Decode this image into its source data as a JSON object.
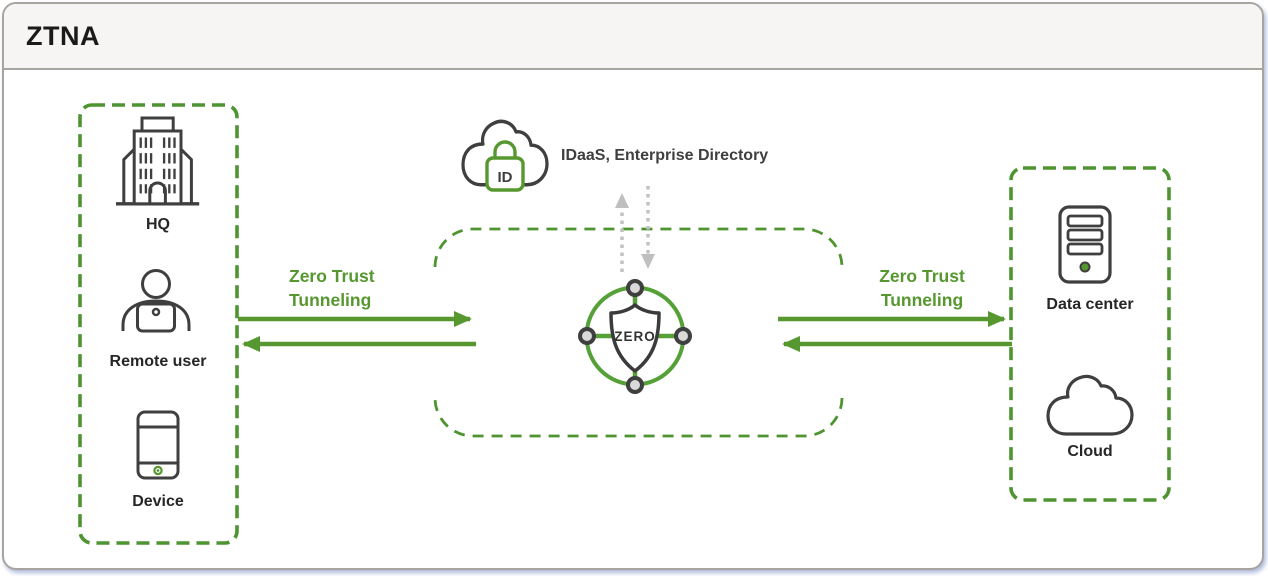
{
  "title": "ZTNA",
  "colors": {
    "green": "#56982F",
    "green_dash_border": "#4E9430",
    "icon_dark": "#3F3F3F",
    "gray_arrow": "#C2C2C2",
    "node_fill": "#D9D9D9",
    "header_bg": "#F6F5F3",
    "frame_border": "#A8A4A0"
  },
  "idaas": {
    "label": "IDaaS, Enterprise Directory",
    "lock_text": "ID",
    "icon": "cloud-identity-lock-icon"
  },
  "hub": {
    "shield_text": "ZERO",
    "icon": "zero-trust-hub-icon"
  },
  "left_panel": {
    "items": [
      {
        "label": "HQ",
        "icon": "building-icon"
      },
      {
        "label": "Remote user",
        "icon": "person-laptop-icon"
      },
      {
        "label": "Device",
        "icon": "smartphone-icon"
      }
    ]
  },
  "right_panel": {
    "items": [
      {
        "label": "Data center",
        "icon": "server-icon"
      },
      {
        "label": "Cloud",
        "icon": "cloud-icon"
      }
    ]
  },
  "tunnels": {
    "left_label": "Zero Trust\nTunneling",
    "right_label": "Zero Trust\nTunneling"
  }
}
